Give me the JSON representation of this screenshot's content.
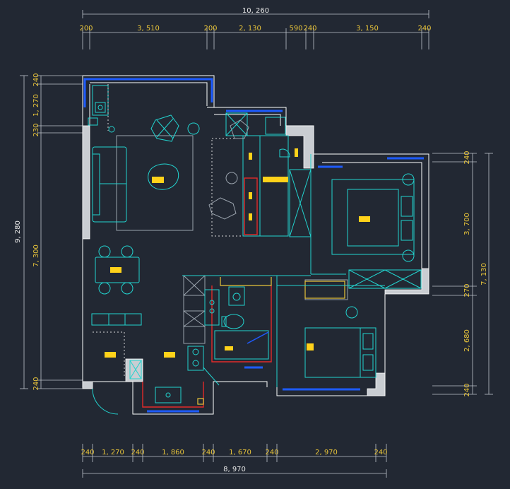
{
  "top_dims": {
    "total": "10, 260",
    "segments": [
      "200",
      "3, 510",
      "200",
      "2, 130",
      "590",
      "240",
      "3, 150",
      "240"
    ]
  },
  "bottom_dims": {
    "total": "8, 970",
    "segments": [
      "240",
      "1, 270",
      "240",
      "1, 860",
      "240",
      "1, 670",
      "240",
      "2, 970",
      "240"
    ]
  },
  "left_dims": {
    "total": "9, 280",
    "segments": [
      "240",
      "1, 270",
      "230",
      "7, 300",
      "240"
    ]
  },
  "right_dims": {
    "total": "7, 130",
    "segments": [
      "240",
      "3, 700",
      "270",
      "2, 680",
      "240"
    ]
  },
  "colors": {
    "background": "#222833",
    "dimension_text": "#e8c43a",
    "furniture": "#22d3cf",
    "window": "#1e5bff",
    "wet_area": "#e22a2a"
  }
}
